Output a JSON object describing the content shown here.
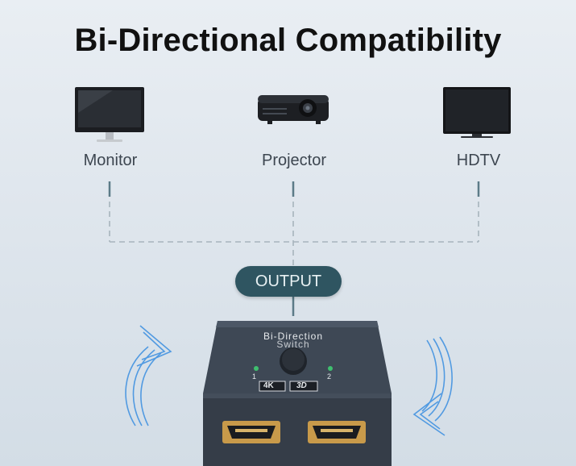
{
  "title": "Bi-Directional Compatibility",
  "devices": [
    {
      "label": "Monitor",
      "icon": "monitor-icon"
    },
    {
      "label": "Projector",
      "icon": "projector-icon"
    },
    {
      "label": "HDTV",
      "icon": "hdtv-icon"
    }
  ],
  "output_label": "OUTPUT",
  "switch": {
    "line1": "Bi-Direction",
    "line2": "Switch",
    "port1": "1",
    "port2": "2",
    "badge_4k": "4K",
    "badge_3d": "3D"
  },
  "colors": {
    "pill": "#2f5561",
    "connector": "#7f9aa6",
    "arrow": "#4a90e2"
  }
}
